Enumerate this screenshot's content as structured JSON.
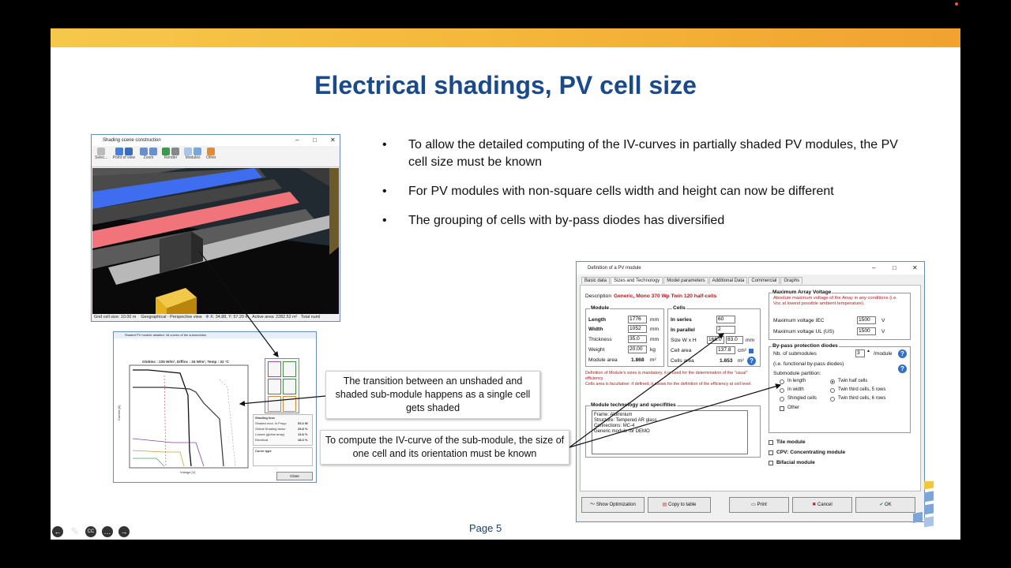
{
  "slide": {
    "title": "Electrical shadings, PV cell size",
    "bullets": [
      "To allow the detailed computing of the IV-curves in partially shaded PV modules, the PV cell size must be known",
      "For PV modules with non-square cells width and height can now be different",
      "The grouping of cells with by-pass diodes has diversified"
    ],
    "bullet_symbol": "•",
    "page_label": "Page 5"
  },
  "callouts": {
    "transition": "The transition between an unshaded and shaded sub-module happens as a single cell gets shaded",
    "compute": "To compute the IV-curve of the sub-module, the size of one cell and its orientation must be known"
  },
  "shading_window": {
    "title": "Shading scene construction",
    "toolbar": [
      "Selec...",
      "Point of view",
      "Zoom",
      "Render",
      "Modules",
      "Other"
    ],
    "status": {
      "grid": "Grid cell size: 10.00 m",
      "view": "Geographical - Perspective view",
      "xy": "X: 34.88, Y: 57.20 m",
      "area": "Active area: 2282.52 m²",
      "total": "Total numl"
    }
  },
  "iv_window": {
    "title": "Shaded PV module detailed: 18 curves of the submodules",
    "globinc": "GlobInc : 225 W/m², Diffinc : 34 W/m², Temp : 32 °C",
    "xlabel": "Voltage [V]",
    "ylabel": "Current [A]",
    "close_label": "Close",
    "shading_loss_title": "Shading loss",
    "curve_type_title": "Curve type",
    "rows": [
      "Shaded mod. in Pmpp",
      "Global Shading factor",
      "Losses (global array)",
      "Electrical"
    ],
    "row_values": [
      "53.0 W",
      "25.8 %",
      "13.8 %",
      "18.3 %"
    ]
  },
  "module_window": {
    "title": "Definition of a PV module",
    "tabs": [
      "Basic data",
      "Sizes and Technology",
      "Model parameters",
      "Additional Data",
      "Commercial",
      "Graphs"
    ],
    "description_label": "Description",
    "description_value": "Generic, Mono 370 Wp Twin 120 half-cells",
    "module": {
      "title": "Module",
      "length_label": "Length",
      "length_value": "1776",
      "length_unit": "mm",
      "width_label": "Width",
      "width_value": "1052",
      "width_unit": "mm",
      "thickness_label": "Thickness",
      "thickness_value": "35.0",
      "thickness_unit": "mm",
      "weight_label": "Weight",
      "weight_value": "20.00",
      "weight_unit": "kg",
      "area_label": "Module area",
      "area_value": "1.868",
      "area_unit": "m²"
    },
    "cells": {
      "title": "Cells",
      "series_label": "In series",
      "series_value": "60",
      "parallel_label": "In parallel",
      "parallel_value": "2",
      "size_label": "Size W x H",
      "size_w": "166.0",
      "size_h": "83.0",
      "size_unit": "mm",
      "cell_area_label": "Cell area",
      "cell_area_value": "137.8",
      "cell_area_unit": "cm²",
      "cells_area_label": "Cells area",
      "cells_area_value": "1.653",
      "cells_area_unit": "m²"
    },
    "note_1": "Definition of Module's sizes is mandatory, it is used for the determination of the \"usual\" efficiency.",
    "note_2": "Cells area is facultative: if defined, it allows for the definition of the efficiency at cell level.",
    "max_voltage": {
      "title": "Maximum Array Voltage",
      "desc": "Absolute maximum voltage of the Array in any conditions (i.e. Voc at lowest possible ambient temperature).",
      "iec_label": "Maximum voltage IEC",
      "iec_value": "1500",
      "iec_unit": "V",
      "ul_label": "Maximum voltage UL (US)",
      "ul_value": "1500",
      "ul_unit": "V"
    },
    "bypass": {
      "title": "By-pass protection diodes",
      "nb_label": "Nb. of submodules",
      "nb_value": "3",
      "nb_unit": "/module",
      "functional": "(i.e. functional by-pass diodes)",
      "partition_label": "Submodule partition:",
      "options": [
        "In length",
        "In width",
        "Shingled cells",
        "Other",
        "Twin half cells",
        "Twin third cells, 5 rows",
        "Twin third cells, 6 rows"
      ],
      "selected": "Twin half cells"
    },
    "technology": {
      "title": "Module technology and specifities",
      "lines": [
        "Frame: Aluminium",
        "Structure: Tempered AR glass",
        "Connections: MC-4",
        "Generic module for DEMO"
      ]
    },
    "checkboxes": [
      "Tile module",
      "CPV: Concentrating module",
      "Bifacial module"
    ],
    "buttons": {
      "optimization": "Show Optimization",
      "copy": "Copy to table",
      "print": "Print",
      "cancel": "Cancel",
      "ok": "OK"
    }
  },
  "colors": {
    "title": "#1a4a8a",
    "bar_start": "#f6c84a",
    "bar_end": "#f1a22f",
    "blue_row": "#3f6df0",
    "red_row": "#f0747a",
    "yellow_box": "#e3b21d"
  }
}
